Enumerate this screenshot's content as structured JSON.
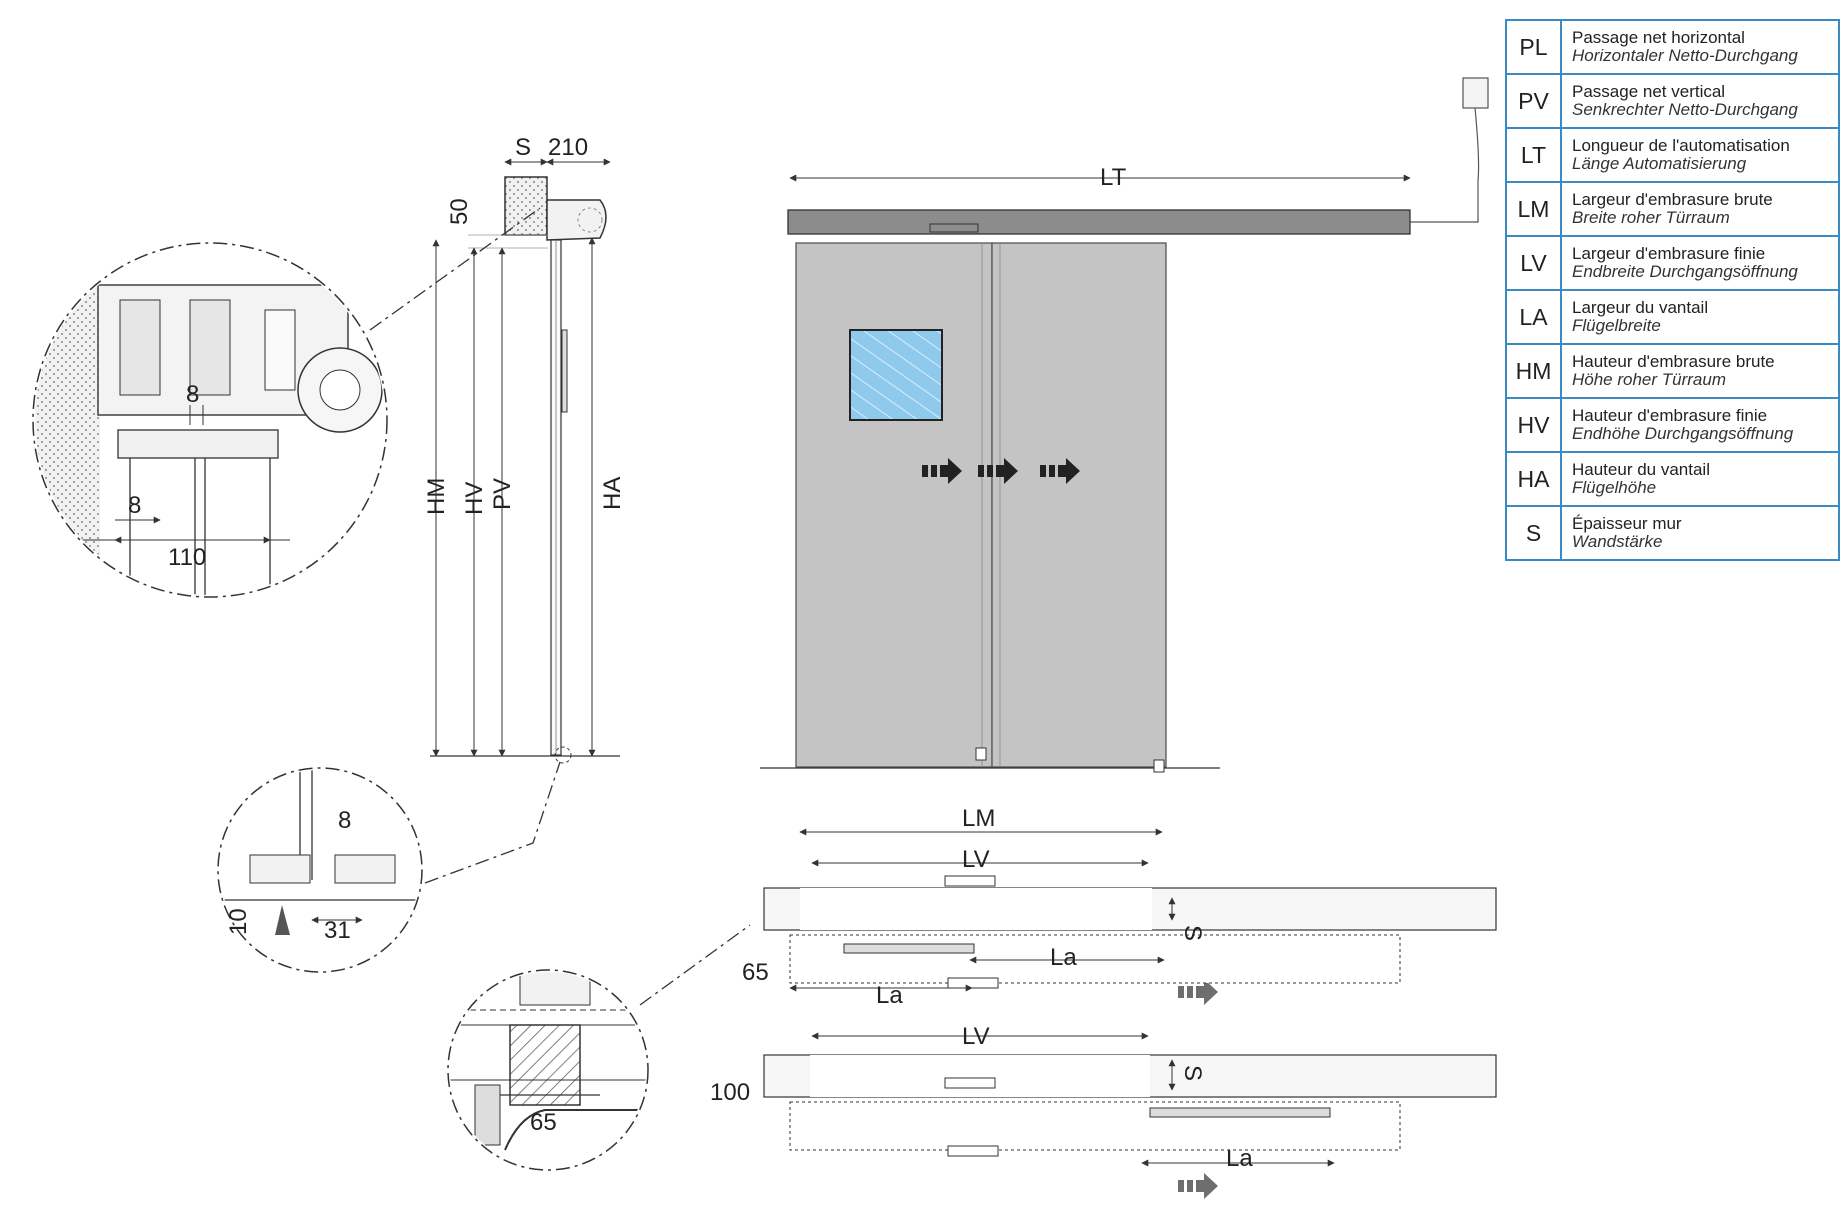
{
  "legend": [
    {
      "code": "PL",
      "fr": "Passage net horizontal",
      "de": "Horizontaler Netto-Durchgang"
    },
    {
      "code": "PV",
      "fr": "Passage net vertical",
      "de": "Senkrechter Netto-Durchgang"
    },
    {
      "code": "LT",
      "fr": "Longueur de l'automatisation",
      "de": "Länge Automatisierung"
    },
    {
      "code": "LM",
      "fr": "Largeur d'embrasure brute",
      "de": "Breite roher Türraum"
    },
    {
      "code": "LV",
      "fr": "Largeur d'embrasure finie",
      "de": "Endbreite Durchgangsöffnung"
    },
    {
      "code": "LA",
      "fr": "Largeur du vantail",
      "de": "Flügelbreite"
    },
    {
      "code": "HM",
      "fr": "Hauteur d'embrasure brute",
      "de": "Höhe roher Türraum"
    },
    {
      "code": "HV",
      "fr": "Hauteur d'embrasure finie",
      "de": "Endhöhe Durchgangsöffnung"
    },
    {
      "code": "HA",
      "fr": "Hauteur du vantail",
      "de": "Flügelhöhe"
    },
    {
      "code": "S",
      "fr": "Épaisseur mur",
      "de": "Wandstärke"
    }
  ],
  "side_view": {
    "s_label": "S",
    "width_label": "210",
    "top_label": "50",
    "hm": "HM",
    "hv": "HV",
    "pv": "PV",
    "ha": "HA"
  },
  "detail_top": {
    "gap": "8",
    "offset": "8",
    "width": "110"
  },
  "detail_bottom": {
    "gap": "8",
    "height": "10",
    "width": "31"
  },
  "detail_wall": {
    "offset": "65"
  },
  "front_view": {
    "lt": "LT"
  },
  "plan_1": {
    "lm": "LM",
    "lv": "LV",
    "s": "S",
    "la_top": "La",
    "la_bottom": "La",
    "offset": "65"
  },
  "plan_2": {
    "lv": "LV",
    "s": "S",
    "la": "La",
    "offset": "100"
  },
  "colors": {
    "legend_border": "#3a8ac4",
    "door_fill": "#c4c4c4",
    "track_fill": "#8c8c8c",
    "glass": "#8fc9ec",
    "arrow": "#222222",
    "arrow_light": "#6e6e6e"
  }
}
